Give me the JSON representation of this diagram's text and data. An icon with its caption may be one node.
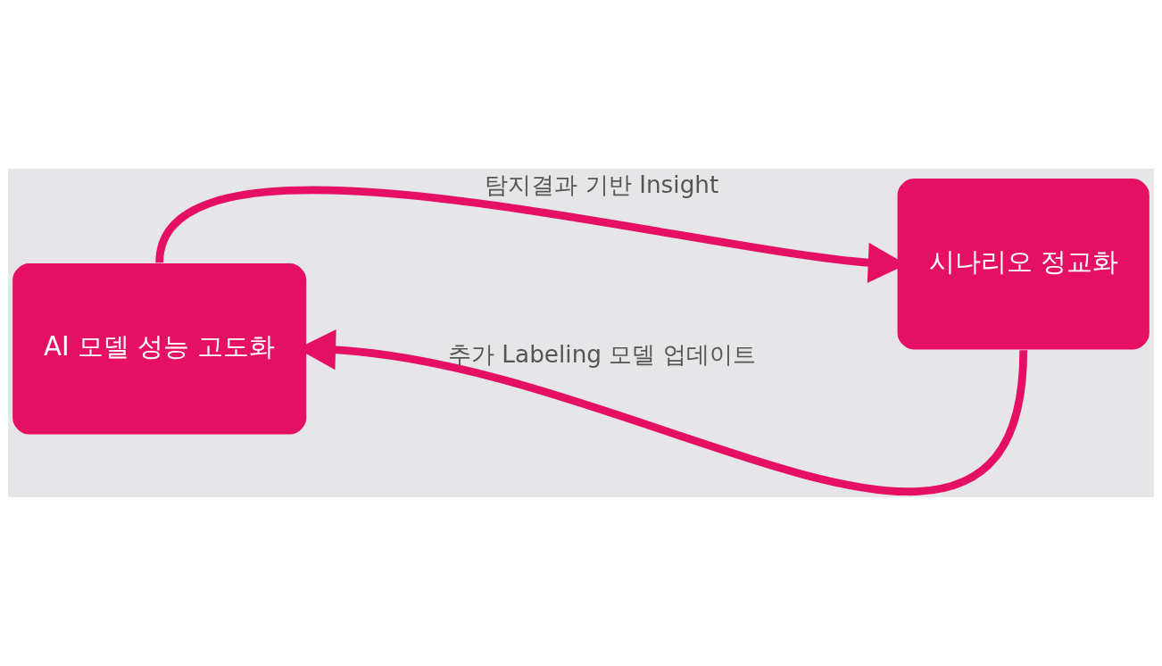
{
  "diagram": {
    "nodes": [
      {
        "text": [
          "AI 모델 성능 고도화"
        ]
      },
      {
        "text": [
          "시나리오 정교화"
        ]
      }
    ],
    "edges": [
      {
        "from": 0,
        "to": 1,
        "arrow": "to",
        "label": "탐지결과 기반 Insight"
      },
      {
        "from": 1,
        "to": 0,
        "arrow": "to",
        "label": "추가 Labeling 모델 업데이트"
      }
    ]
  }
}
